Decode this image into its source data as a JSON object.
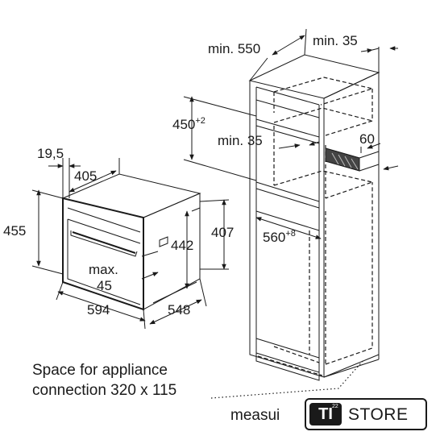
{
  "dimensions": {
    "niche_depth_min": "min. 550",
    "rear_gap_min": "min. 35",
    "niche_height_base": "450",
    "niche_height_tolerance": "+2",
    "inner_gap_min": "min. 35",
    "vent_height": "60",
    "niche_width_base": "560",
    "niche_width_tolerance": "+8",
    "panel_thickness": "19,5",
    "oven_depth_body": "405",
    "oven_height": "455",
    "oven_body_height": "442",
    "oven_side_height": "407",
    "door_max_label": "max.",
    "door_max_value": "45",
    "oven_width": "594",
    "oven_depth_total": "548"
  },
  "notes": {
    "connection_line1": "Space for appliance",
    "connection_line2": "connection 320 x 115",
    "measure_fragment": "measui"
  },
  "brand": {
    "mark": "TI",
    "mark_sup": "22",
    "name": "STORE"
  }
}
